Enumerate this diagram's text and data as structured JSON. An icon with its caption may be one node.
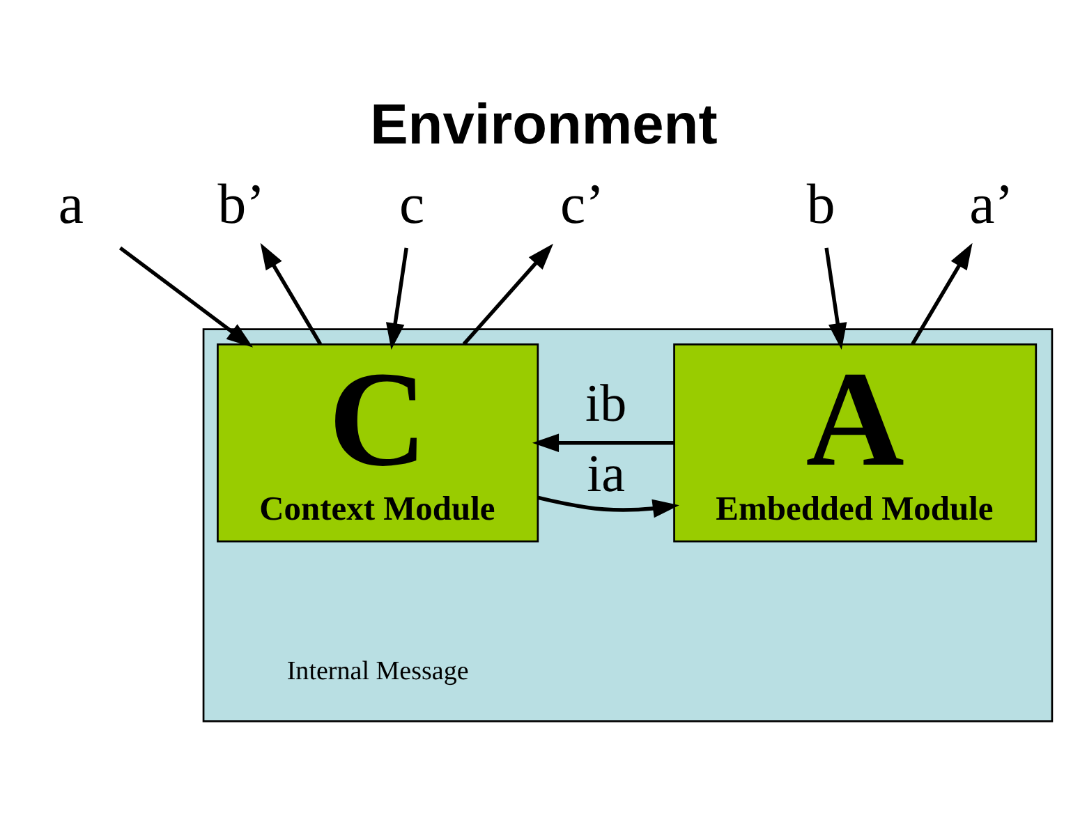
{
  "diagram": {
    "title": "Environment",
    "nodes": [
      {
        "text": [],
        "shape": "box"
      },
      {
        "text": [
          "C",
          "Context Module"
        ],
        "in": 0
      },
      {
        "text": [
          "A",
          "Embedded Module"
        ],
        "in": 0
      },
      {
        "text": [
          "a"
        ]
      },
      {
        "text": [
          "b’"
        ]
      },
      {
        "text": [
          "c"
        ]
      },
      {
        "text": [
          "c’"
        ]
      },
      {
        "text": [
          "b"
        ]
      },
      {
        "text": [
          "a’"
        ]
      }
    ],
    "edges": [
      {
        "from": 3,
        "to": 1,
        "arrow": "to"
      },
      {
        "from": 1,
        "to": 4,
        "arrow": "to"
      },
      {
        "from": 5,
        "to": 1,
        "arrow": "to"
      },
      {
        "from": 1,
        "to": 6,
        "arrow": "to"
      },
      {
        "from": 7,
        "to": 2,
        "arrow": "to"
      },
      {
        "from": 2,
        "to": 8,
        "arrow": "to"
      },
      {
        "from": 2,
        "to": 1,
        "arrow": "to",
        "label": "ib"
      },
      {
        "from": 1,
        "to": 2,
        "arrow": "to",
        "label": "ia"
      }
    ],
    "labels": [
      "Internal Message"
    ]
  }
}
